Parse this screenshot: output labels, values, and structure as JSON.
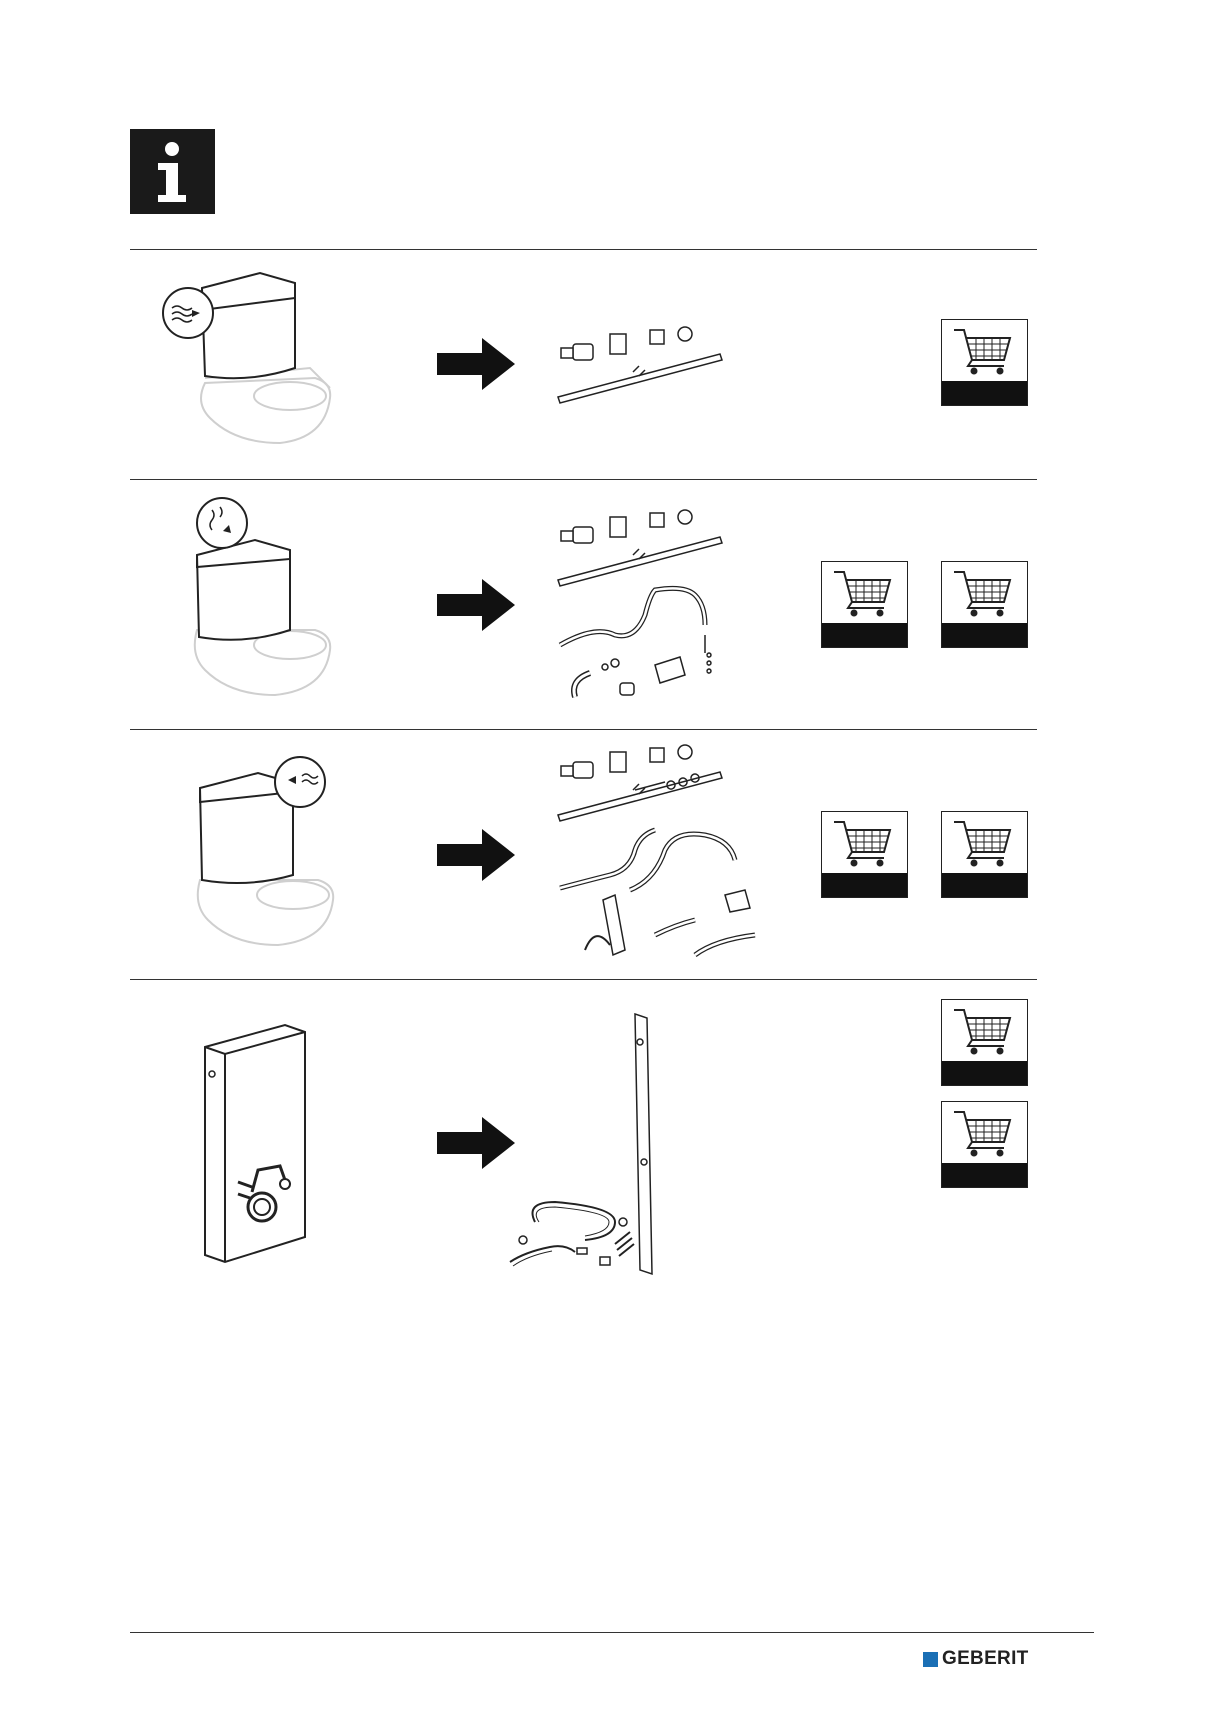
{
  "header": {
    "icon": "info-icon"
  },
  "rows": [
    {
      "name": "row-1",
      "carts": 1
    },
    {
      "name": "row-2",
      "carts": 2
    },
    {
      "name": "row-3",
      "carts": 2
    },
    {
      "name": "row-4",
      "carts": 2
    }
  ],
  "footer": {
    "brand": "GEBERIT",
    "brand_color": "#1a6fb5"
  }
}
